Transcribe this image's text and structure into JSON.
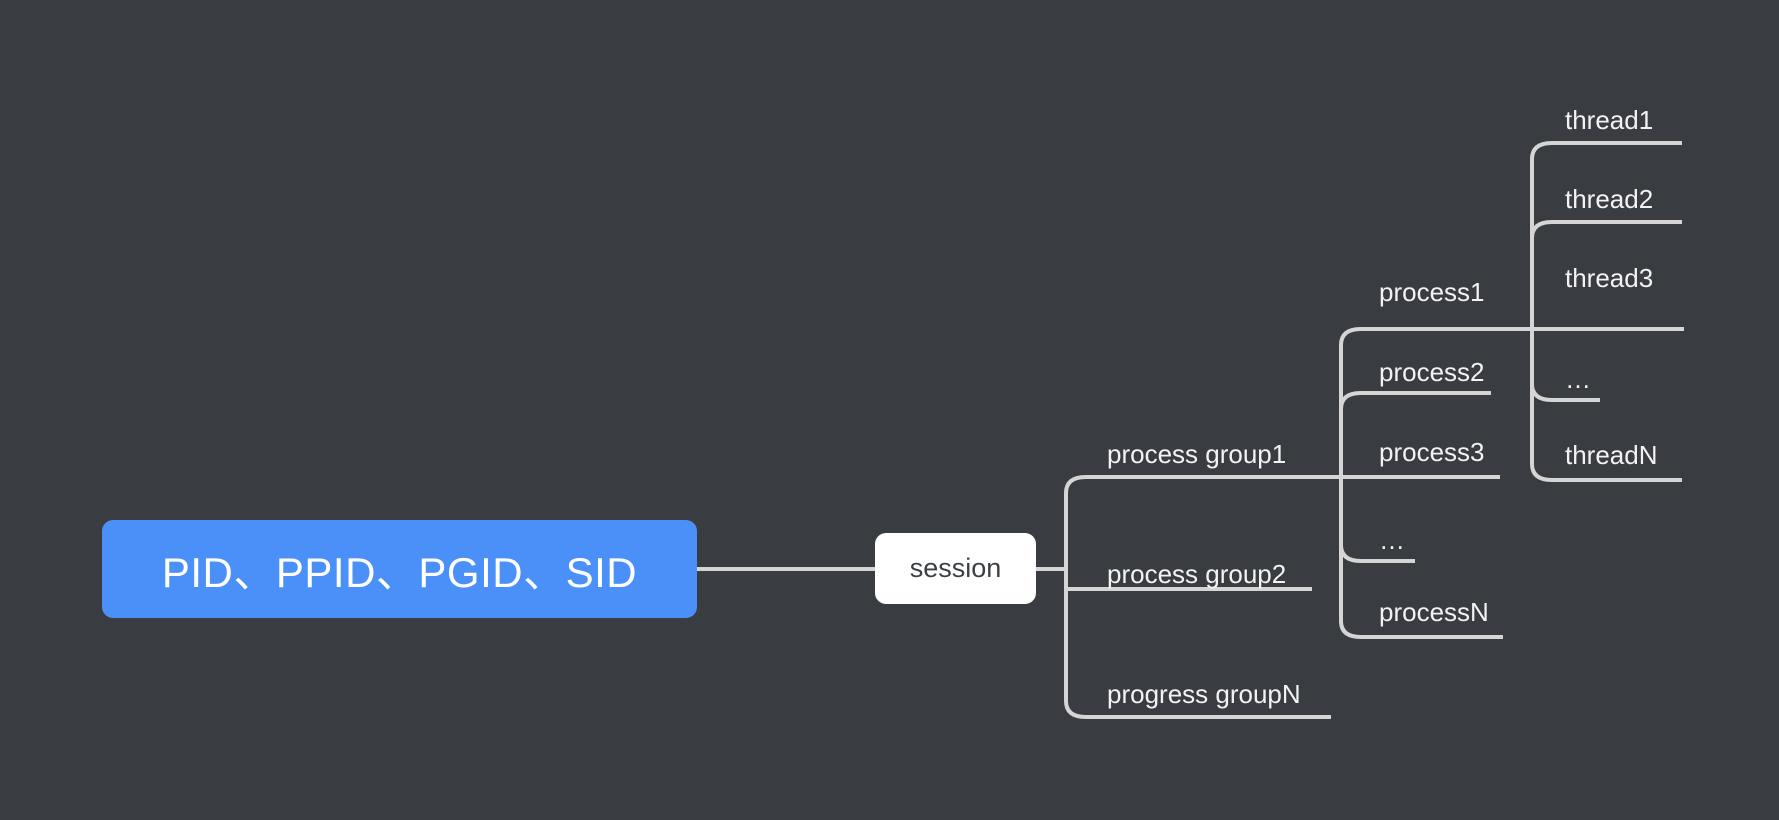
{
  "diagram": {
    "type": "mind-map",
    "title": "PID、PPID、PGID、SID",
    "background_color": "#393c41",
    "root_color": "#4a90f8",
    "branch_color": "#d5d5d5",
    "text_color": "#f2f2f2"
  },
  "root": {
    "label": "PID、PPID、PGID、SID"
  },
  "session": {
    "label": "session"
  },
  "process_groups": [
    {
      "label": "process group1"
    },
    {
      "label": "process group2"
    },
    {
      "label": "progress groupN"
    }
  ],
  "processes": [
    {
      "label": "process1"
    },
    {
      "label": "process2"
    },
    {
      "label": "process3"
    },
    {
      "label": "…"
    },
    {
      "label": "processN"
    }
  ],
  "threads": [
    {
      "label": "thread1"
    },
    {
      "label": "thread2"
    },
    {
      "label": "thread3"
    },
    {
      "label": "…"
    },
    {
      "label": "threadN"
    }
  ]
}
